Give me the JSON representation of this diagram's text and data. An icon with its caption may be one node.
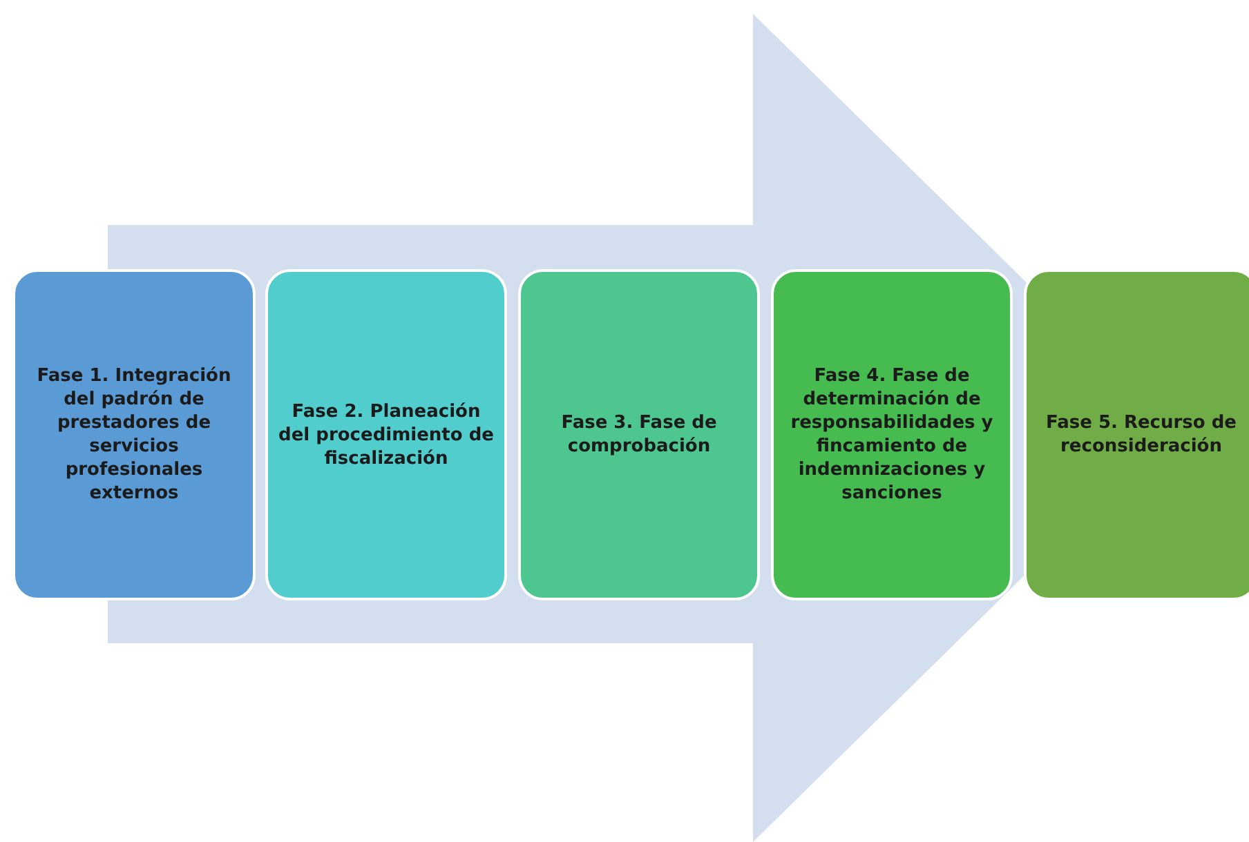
{
  "diagram": {
    "nodes": [
      {
        "text": [
          "Fase 1. Integración del padrón de prestadores de servicios profesionales externos"
        ]
      },
      {
        "text": [
          "Fase 2. Planeación del procedimiento de fiscalización"
        ]
      },
      {
        "text": [
          "Fase 3. Fase de comprobación"
        ]
      },
      {
        "text": [
          "Fase 4. Fase de determinación de responsabilidades y fincamiento de indemnizaciones y sanciones"
        ]
      },
      {
        "text": [
          "Fase 5. Recurso de reconsideración"
        ]
      }
    ],
    "edges": [
      {
        "from": 0,
        "to": 4,
        "arrow": "to"
      }
    ]
  }
}
